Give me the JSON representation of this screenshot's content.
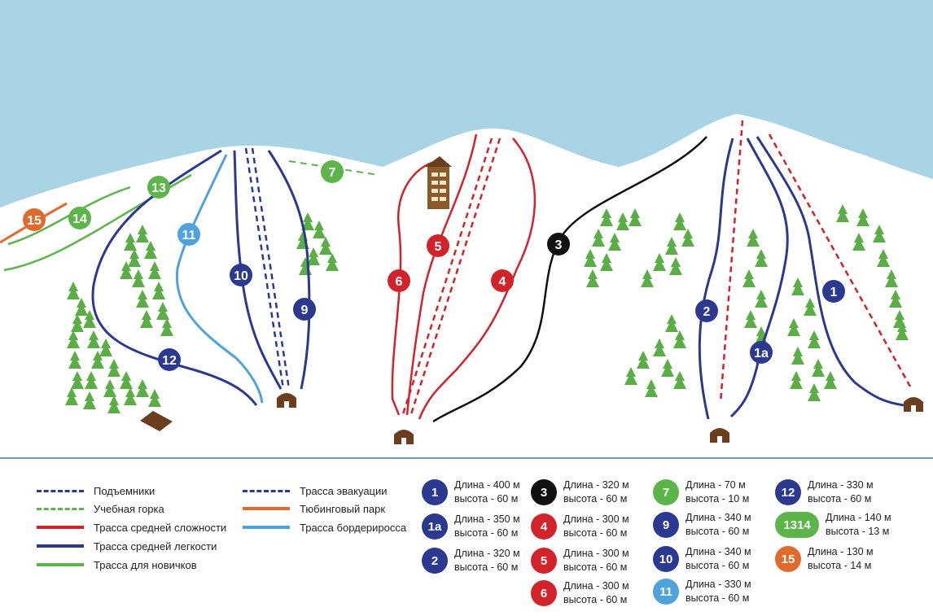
{
  "colors": {
    "sky": "#a9d4e6",
    "snow": "#ffffff",
    "tree": "#5aae45",
    "lift": "#2b3990",
    "red": "#d2232a",
    "darkblue": "#2b3990",
    "lightblue": "#4fa3dc",
    "green": "#5bb548",
    "orange": "#e06a2b",
    "black": "#111111",
    "hut": "#6b3f1e"
  },
  "markers": {
    "m15": "15",
    "m14": "14",
    "m13": "13",
    "m7": "7",
    "m11": "11",
    "m10": "10",
    "m9": "9",
    "m12": "12",
    "m5": "5",
    "m6": "6",
    "m4": "4",
    "m3": "3",
    "m2": "2",
    "m1": "1",
    "m1a": "1a"
  },
  "legend": {
    "lifts": "Подъемники",
    "training": "Учебная горка",
    "medium": "Трасса средней сложности",
    "easy_medium": "Трасса средней легкости",
    "beginners": "Трасса для новичков",
    "evacuation": "Трасса эвакуации",
    "tubing": "Тюбинговый парк",
    "bordercross": "Трасса бордерироссa"
  },
  "stats": [
    {
      "num": "1",
      "l1": "Длина - 400 м",
      "l2": "высота - 60 м",
      "color": "#2b3990"
    },
    {
      "num": "1a",
      "l1": "Длина - 350 м",
      "l2": "высота - 60 м",
      "color": "#2b3990"
    },
    {
      "num": "2",
      "l1": "Длина - 320 м",
      "l2": "высота - 60 м",
      "color": "#2b3990"
    },
    {
      "num": "3",
      "l1": "Длина - 320 м",
      "l2": "высота - 60 м",
      "color": "#111111"
    },
    {
      "num": "4",
      "l1": "Длина - 300 м",
      "l2": "высота - 60 м",
      "color": "#d2232a"
    },
    {
      "num": "5",
      "l1": "Длина - 300 м",
      "l2": "высота - 60 м",
      "color": "#d2232a"
    },
    {
      "num": "6",
      "l1": "Длина - 300 м",
      "l2": "высота - 60 м",
      "color": "#d2232a"
    },
    {
      "num": "7",
      "l1": "Длина - 70 м",
      "l2": "высота - 10 м",
      "color": "#5bb548"
    },
    {
      "num": "9",
      "l1": "Длина - 340 м",
      "l2": "высота - 60 м",
      "color": "#2b3990"
    },
    {
      "num": "10",
      "l1": "Длина - 340 м",
      "l2": "высота - 60 м",
      "color": "#2b3990"
    },
    {
      "num": "11",
      "l1": "Длина - 330 м",
      "l2": "высота - 60 м",
      "color": "#4fa3dc"
    },
    {
      "num": "12",
      "l1": "Длина - 330 м",
      "l2": "высота - 60 м",
      "color": "#2b3990"
    },
    {
      "num": "1314",
      "l1": "Длина - 140 м",
      "l2": "высота - 13 м",
      "color": "#5bb548"
    },
    {
      "num": "15",
      "l1": "Длина - 130 м",
      "l2": "высота - 14 м",
      "color": "#e06a2b"
    }
  ]
}
